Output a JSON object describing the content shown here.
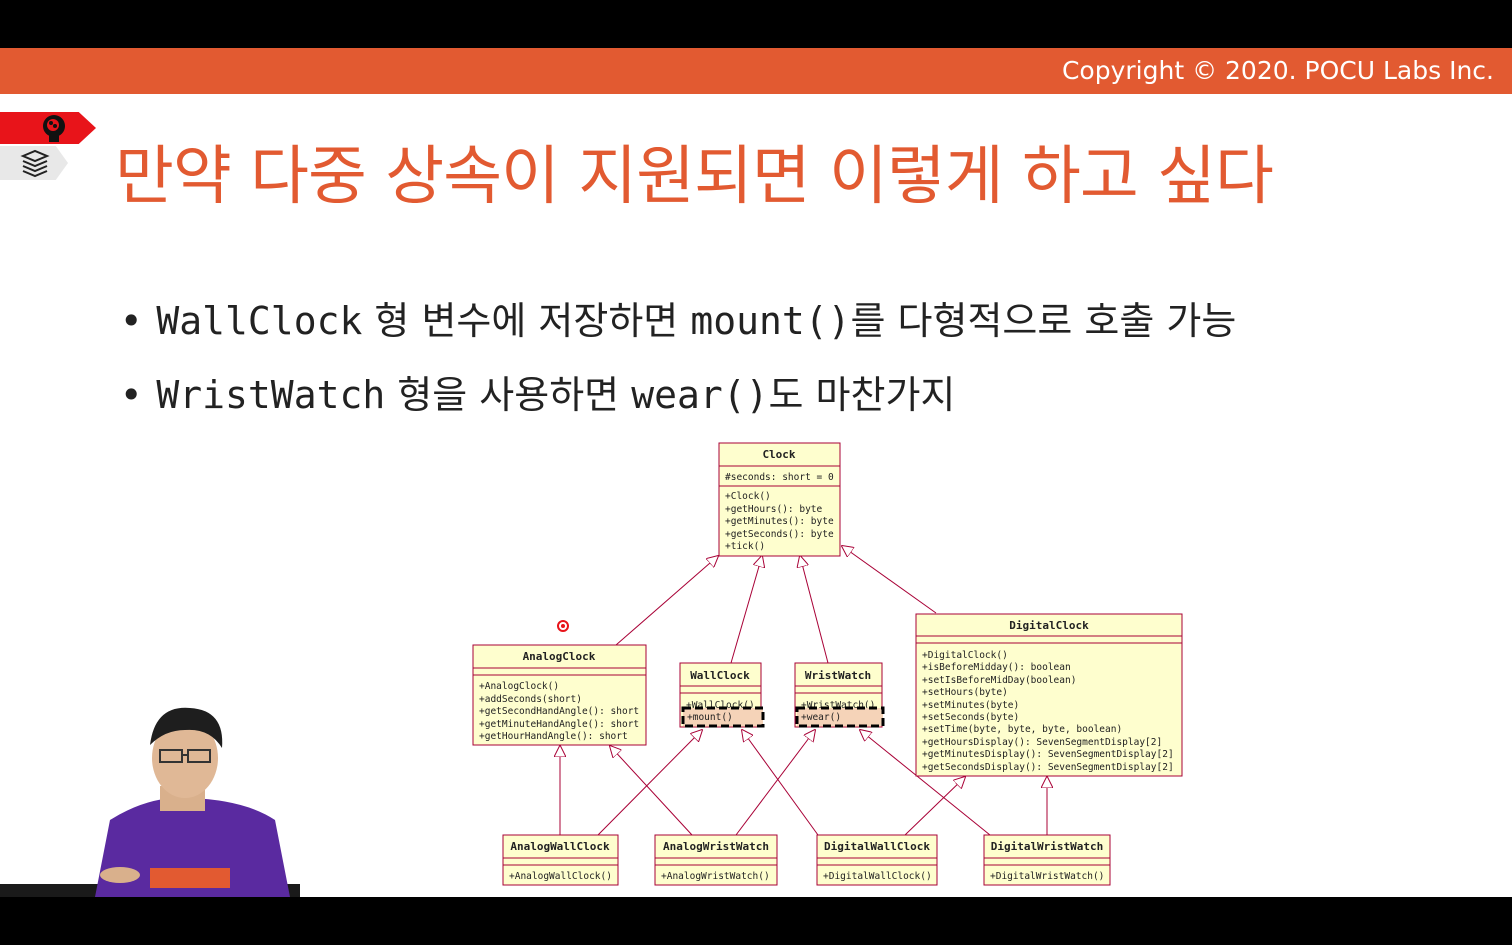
{
  "header": {
    "copyright": "Copyright © 2020. POCU Labs Inc."
  },
  "slide": {
    "title": "만약 다중 상속이 지원되면 이렇게 하고 싶다",
    "bullets": [
      {
        "code": "WallClock",
        "text1": " 형 변수에 저장하면 ",
        "code2": "mount()",
        "text2": "를 다형적으로 호출 가능"
      },
      {
        "code": "WristWatch",
        "text1": " 형을 사용하면 ",
        "code2": "wear()",
        "text2": "도 마찬가지"
      }
    ]
  },
  "icons": {
    "head": "brain-head-icon",
    "book": "book-stack-icon"
  },
  "uml": {
    "clock": {
      "name": "Clock",
      "fields": [
        "#seconds: short = 0"
      ],
      "methods": [
        "+Clock()",
        "+getHours(): byte",
        "+getMinutes(): byte",
        "+getSeconds(): byte",
        "+tick()"
      ]
    },
    "analogClock": {
      "name": "AnalogClock",
      "methods": [
        "+AnalogClock()",
        "+addSeconds(short)",
        "+getSecondHandAngle(): short",
        "+getMinuteHandAngle(): short",
        "+getHourHandAngle(): short"
      ]
    },
    "wallClock": {
      "name": "WallClock",
      "methods": [
        "+WallClock()",
        "+mount()"
      ]
    },
    "wristWatch": {
      "name": "WristWatch",
      "methods": [
        "+WristWatch()",
        "+wear()"
      ]
    },
    "digitalClock": {
      "name": "DigitalClock",
      "methods": [
        "+DigitalClock()",
        "+isBeforeMidday(): boolean",
        "+setIsBeforeMidDay(boolean)",
        "+setHours(byte)",
        "+setMinutes(byte)",
        "+setSeconds(byte)",
        "+setTime(byte, byte, byte, boolean)",
        "+getHoursDisplay(): SevenSegmentDisplay[2]",
        "+getMinutesDisplay(): SevenSegmentDisplay[2]",
        "+getSecondsDisplay(): SevenSegmentDisplay[2]"
      ]
    },
    "analogWallClock": {
      "name": "AnalogWallClock",
      "methods": [
        "+AnalogWallClock()"
      ]
    },
    "analogWristWatch": {
      "name": "AnalogWristWatch",
      "methods": [
        "+AnalogWristWatch()"
      ]
    },
    "digitalWallClock": {
      "name": "DigitalWallClock",
      "methods": [
        "+DigitalWallClock()"
      ]
    },
    "digitalWristWatch": {
      "name": "DigitalWristWatch",
      "methods": [
        "+DigitalWristWatch()"
      ]
    }
  },
  "colors": {
    "accent": "#e25a31",
    "umlFill": "#fefece",
    "umlBorder": "#a80036",
    "highlight": "#f5d3b8"
  }
}
